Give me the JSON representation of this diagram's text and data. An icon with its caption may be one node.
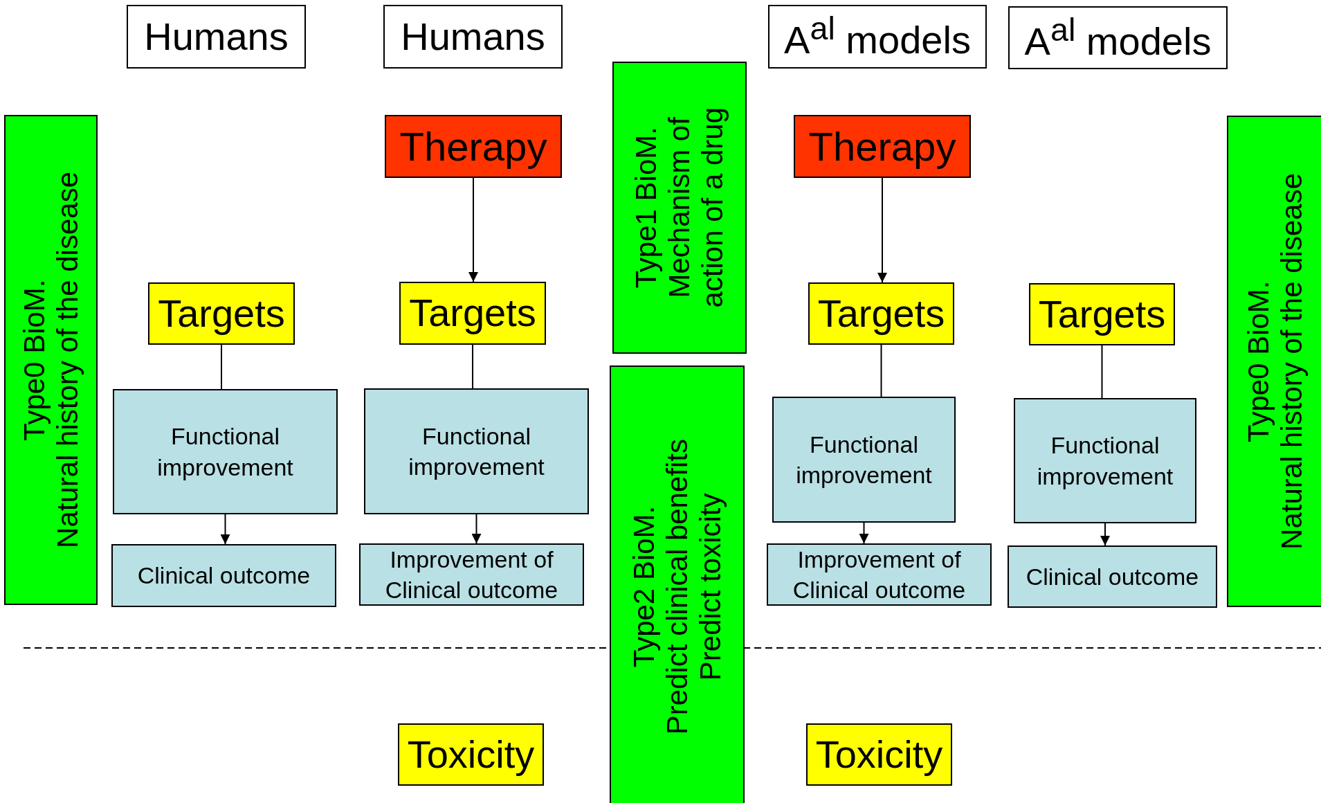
{
  "diagram": {
    "nodes": [
      {
        "text": [
          "Humans"
        ]
      },
      {
        "text": [
          "Humans"
        ]
      },
      {
        "text": [
          "A$^{al}$ models"
        ]
      },
      {
        "text": [
          "A$^{al}$ models"
        ]
      },
      {
        "text": [
          "Type0 BioM.",
          "Natural history of the disease"
        ]
      },
      {
        "text": [
          "Therapy"
        ]
      },
      {
        "text": [
          "Type1 BioM.",
          "Mechanism of",
          "action of a drug"
        ]
      },
      {
        "text": [
          "Therapy"
        ]
      },
      {
        "text": [
          "Type0 BioM.",
          "Natural history of the disease"
        ]
      },
      {
        "text": [
          "Targets"
        ]
      },
      {
        "text": [
          "Targets"
        ]
      },
      {
        "text": [
          "Targets"
        ]
      },
      {
        "text": [
          "Targets"
        ]
      },
      {
        "text": [
          "Functional improvement"
        ]
      },
      {
        "text": [
          "Functional improvement"
        ]
      },
      {
        "text": [
          "Type2 BioM.",
          "Predict clinical benefits",
          "Predict toxicity"
        ]
      },
      {
        "text": [
          "Functional improvement"
        ]
      },
      {
        "text": [
          "Functional improvement"
        ]
      },
      {
        "text": [
          "Clinical outcome"
        ]
      },
      {
        "text": [
          "Improvement of Clinical outcome"
        ]
      },
      {
        "text": [
          "Improvement of Clinical outcome"
        ]
      },
      {
        "text": [
          "Clinical outcome"
        ]
      },
      {
        "text": [
          "Toxicity"
        ]
      },
      {
        "text": [
          "Toxicity"
        ]
      }
    ],
    "edges": [
      {
        "from": 5,
        "to": 10,
        "arrow": "to"
      },
      {
        "from": 7,
        "to": 11,
        "arrow": "to"
      },
      {
        "from": 9,
        "to": 13,
        "arrow": "none"
      },
      {
        "from": 10,
        "to": 14,
        "arrow": "none"
      },
      {
        "from": 11,
        "to": 16,
        "arrow": "none"
      },
      {
        "from": 12,
        "to": 17,
        "arrow": "none"
      },
      {
        "from": 13,
        "to": 18,
        "arrow": "to"
      },
      {
        "from": 14,
        "to": 19,
        "arrow": "to"
      },
      {
        "from": 16,
        "to": 20,
        "arrow": "to"
      },
      {
        "from": 17,
        "to": 21,
        "arrow": "to"
      }
    ]
  }
}
